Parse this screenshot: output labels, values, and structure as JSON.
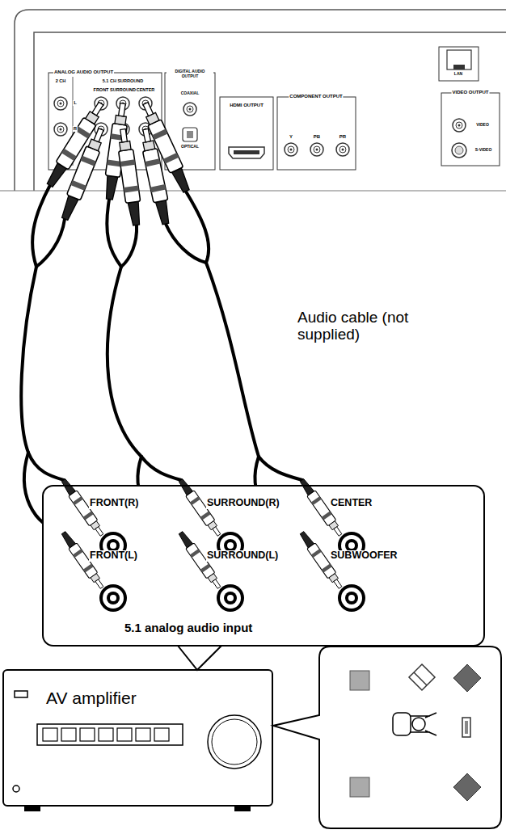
{
  "diagram": {
    "nodes": [
      {
        "text": [
          "5.1 analog audio input"
        ]
      },
      {
        "text": [
          "AV amplifier"
        ]
      }
    ],
    "edges": [
      {
        "from": 0,
        "to": 1,
        "arrow": "none"
      }
    ],
    "labels": [
      "ANALOG AUDIO OUTPUT",
      "2 CH",
      "5.1 CH SURROUND",
      "FRONT",
      "SURROUND",
      "CENTER",
      "L",
      "R",
      "DIGITAL AUDIO OUTPUT",
      "COAXIAL",
      "OPTICAL",
      "HDMI OUTPUT",
      "COMPONENT OUTPUT",
      "Y",
      "PB",
      "PR",
      "LAN",
      "VIDEO OUTPUT",
      "VIDEO",
      "S-VIDEO",
      "Audio cable (not supplied)",
      "FRONT(R)",
      "FRONT(L)",
      "SURROUND(R)",
      "SURROUND(L)",
      "CENTER",
      "SUBWOOFER"
    ]
  }
}
